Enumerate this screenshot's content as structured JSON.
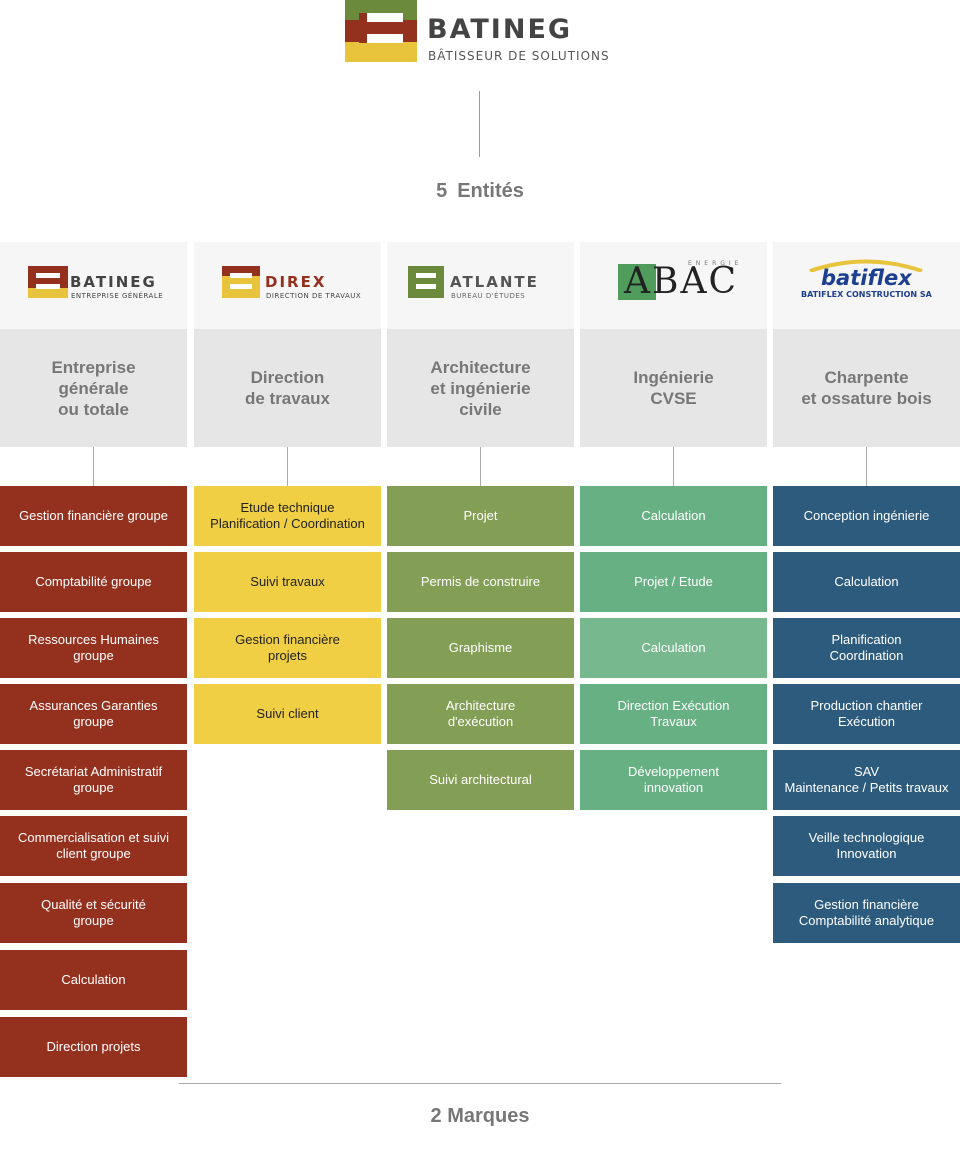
{
  "header": {
    "brand_name": "BATINEG",
    "tagline": "BÂTISSEUR DE SOLUTIONS"
  },
  "entities": {
    "count": "5",
    "label": "Entités"
  },
  "columns": [
    {
      "logo": {
        "name": "BATINEG",
        "subtitle": "ENTREPRISE GÉNÉRALE"
      },
      "title": "Entreprise\ngénérale\nou totale",
      "items": [
        "Gestion financière groupe",
        "Comptabilité groupe",
        "Ressources Humaines\ngroupe",
        "Assurances Garanties\ngroupe",
        "Secrétariat Administratif\ngroupe",
        "Commercialisation et suivi\nclient groupe",
        "Qualité et sécurité\ngroupe",
        "Calculation",
        "Direction projets"
      ]
    },
    {
      "logo": {
        "name": "DIREX",
        "subtitle": "DIRECTION DE TRAVAUX"
      },
      "title": "Direction\nde travaux",
      "items": [
        "Etude technique\nPlanification / Coordination",
        "Suivi travaux",
        "Gestion financière\nprojets",
        "Suivi client"
      ]
    },
    {
      "logo": {
        "name": "ATLANTE",
        "subtitle": "BUREAU D'ÉTUDES"
      },
      "title": "Architecture\net ingénierie\ncivile",
      "items": [
        "Projet",
        "Permis de construire",
        "Graphisme",
        "Architecture\nd'exécution",
        "Suivi architectural"
      ]
    },
    {
      "logo": {
        "name": "ABAC",
        "subtitle": "ENERGIE"
      },
      "title": "Ingénierie\nCVSE",
      "items": [
        "Calculation",
        "Projet / Etude",
        "Calculation",
        "Direction Exécution\nTravaux",
        "Développement\ninnovation"
      ]
    },
    {
      "logo": {
        "name": "batiflex",
        "subtitle": "BATIFLEX CONSTRUCTION SA"
      },
      "title": "Charpente\net ossature bois",
      "items": [
        "Conception ingénierie",
        "Calculation",
        "Planification\nCoordination",
        "Production chantier\nExécution",
        "SAV\nMaintenance / Petits travaux",
        "Veille technologique\nInnovation",
        "Gestion financière\nComptabilité analytique"
      ]
    }
  ],
  "brands": {
    "label": "2 Marques"
  },
  "colors": {
    "batineg_red": "#94301e",
    "direx_yellow": "#f0cf45",
    "atlante_green": "#839e55",
    "abac_green": "#66b083",
    "batiflex_blue": "#2d5b7d",
    "logo_olive": "#6b8a3c",
    "logo_gold": "#e8c43c"
  }
}
